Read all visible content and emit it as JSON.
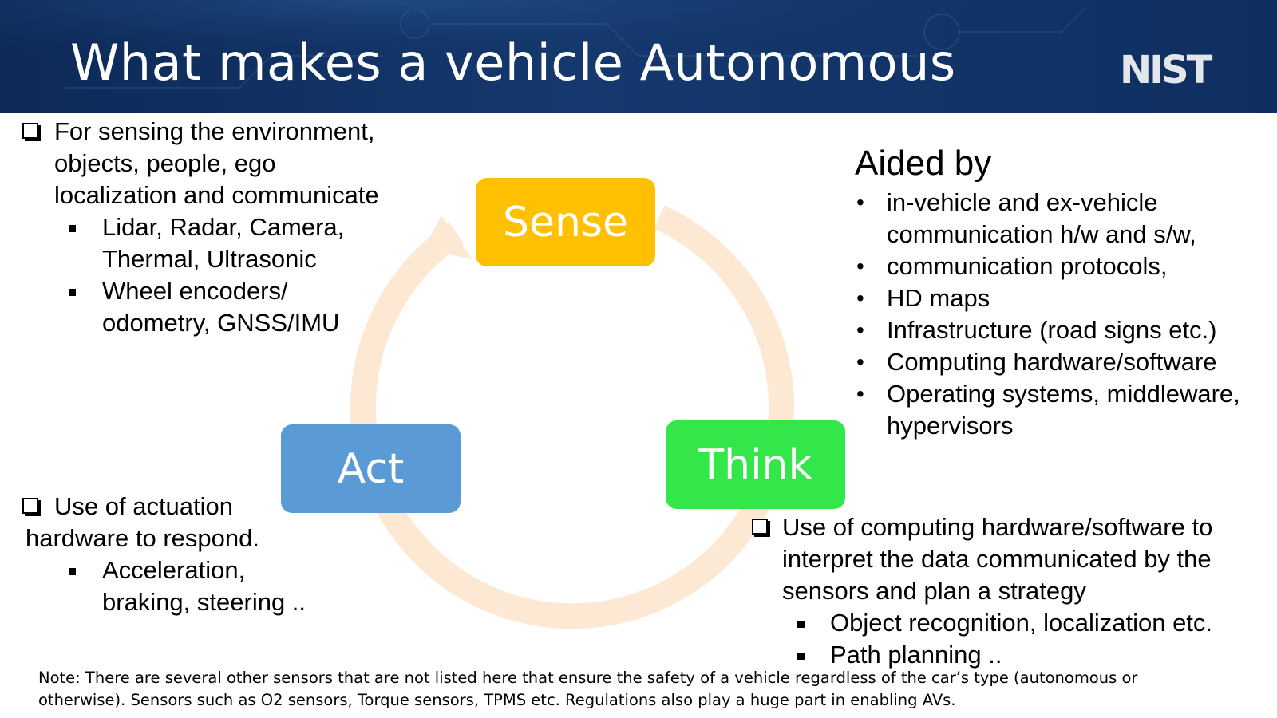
{
  "header": {
    "title": "What makes a vehicle Autonomous",
    "logo_text": "NIST"
  },
  "cycle": {
    "nodes": [
      {
        "label": "Sense",
        "color": "#ffc000"
      },
      {
        "label": "Think",
        "color": "#33e64a"
      },
      {
        "label": "Act",
        "color": "#5b9bd5"
      }
    ],
    "arrow_color": "#fde9d3"
  },
  "sense_block": {
    "lines": [
      "For sensing the environment,",
      "objects, people, ego",
      "localization and communicate"
    ],
    "sub_items": [
      [
        "Lidar, Radar, Camera,",
        "Thermal, Ultrasonic"
      ],
      [
        "Wheel encoders/",
        "odometry, GNSS/IMU"
      ]
    ]
  },
  "act_block": {
    "lines": [
      "Use of actuation",
      "hardware to respond."
    ],
    "sub_items": [
      [
        "Acceleration,",
        "braking, steering .."
      ]
    ]
  },
  "think_block": {
    "lines": [
      "Use of computing hardware/software to",
      "interpret the data communicated by the",
      "sensors and plan a strategy"
    ],
    "sub_items": [
      [
        "Object recognition, localization etc."
      ],
      [
        "Path planning .."
      ]
    ]
  },
  "aided_by": {
    "title": "Aided by",
    "items": [
      [
        "in-vehicle and ex-vehicle",
        "communication h/w and s/w,"
      ],
      [
        "communication protocols,"
      ],
      [
        "HD maps"
      ],
      [
        "Infrastructure (road signs etc.)"
      ],
      [
        "Computing hardware/software"
      ],
      [
        "Operating systems, middleware,",
        "hypervisors"
      ]
    ]
  },
  "note": {
    "lines": [
      "Note: There are several other sensors that are not listed here that ensure the safety of a vehicle regardless of the  car’s type (autonomous or",
      "otherwise). Sensors such as O2 sensors, Torque sensors, TPMS etc. Regulations also play a huge part in enabling AVs."
    ]
  }
}
